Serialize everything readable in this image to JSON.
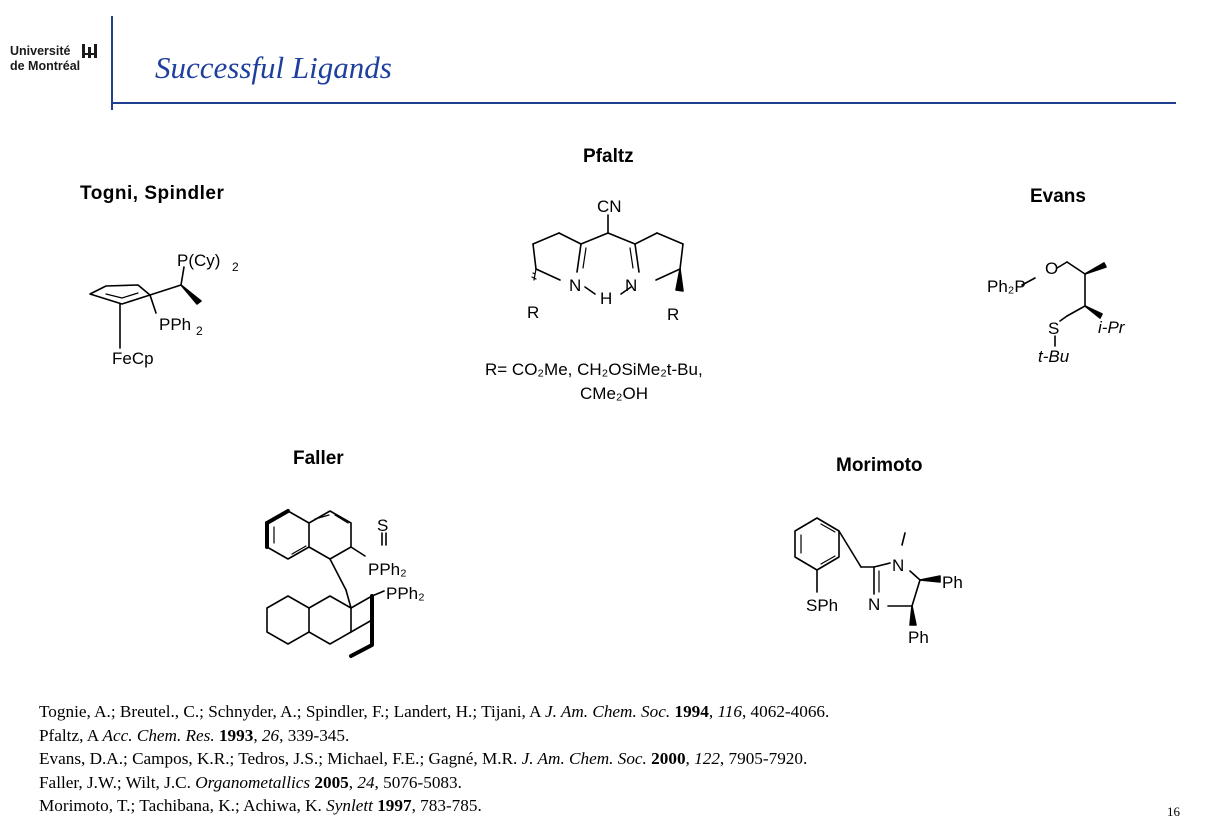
{
  "header": {
    "logo_line1": "Université",
    "logo_line2": "de Montréal",
    "title": "Successful Ligands"
  },
  "ligands": {
    "togni": {
      "label": "Togni, Spindler",
      "top_group": "P(Cy)",
      "top_sub": "2",
      "side_group": "PPh",
      "side_sub": "2",
      "metal": "FeCp"
    },
    "pfaltz": {
      "label": "Pfaltz",
      "cn": "CN",
      "n_left": "N",
      "h": "H",
      "n_right": "N",
      "r_left": "R",
      "r_right": "R",
      "r_defs_line1": "R= CO₂Me, CH₂OSiMe₂t-Bu,",
      "r_defs_line2": "CMe₂OH"
    },
    "evans": {
      "label": "Evans",
      "ph2p": "Ph₂P",
      "o": "O",
      "s": "S",
      "tbu": "t-Bu",
      "ipr": "i-Pr"
    },
    "faller": {
      "label": "Faller",
      "s": "S",
      "pph2_top": "PPh₂",
      "pph2_bottom": "PPh₂"
    },
    "morimoto": {
      "label": "Morimoto",
      "n_top": "N",
      "n_bottom": "N",
      "ph_top": "Ph",
      "ph_bottom": "Ph",
      "sph": "SPh"
    }
  },
  "references": [
    {
      "pre": "Tognie, A.; Breutel., C.; Schnyder, A.; Spindler, F.; Landert, H.; Tijani, A  ",
      "journal": "J. Am. Chem. Soc.",
      "year": "1994",
      "volume": "116",
      "pages": "4062-4066."
    },
    {
      "pre": "Pfaltz,  A ",
      "journal": "Acc. Chem. Res.",
      "year": "1993",
      "volume": "26",
      "pages": "339-345."
    },
    {
      "pre": "Evans, D.A.; Campos, K.R.; Tedros, J.S.; Michael, F.E.; Gagné, M.R. ",
      "journal": "J. Am. Chem. Soc.",
      "year": "2000",
      "volume": "122",
      "pages": "7905-7920."
    },
    {
      "pre": "Faller, J.W.; Wilt, J.C. ",
      "journal": "Organometallics",
      "year": "2005",
      "volume": "24",
      "pages": "5076-5083."
    },
    {
      "pre": "Morimoto, T.; Tachibana, K.; Achiwa, K. ",
      "journal": "Synlett",
      "year": "1997",
      "volume": "",
      "pages": "783-785."
    }
  ],
  "page_number": "16",
  "colors": {
    "accent": "#1f3f9f",
    "rule": "#1f3f8f"
  }
}
